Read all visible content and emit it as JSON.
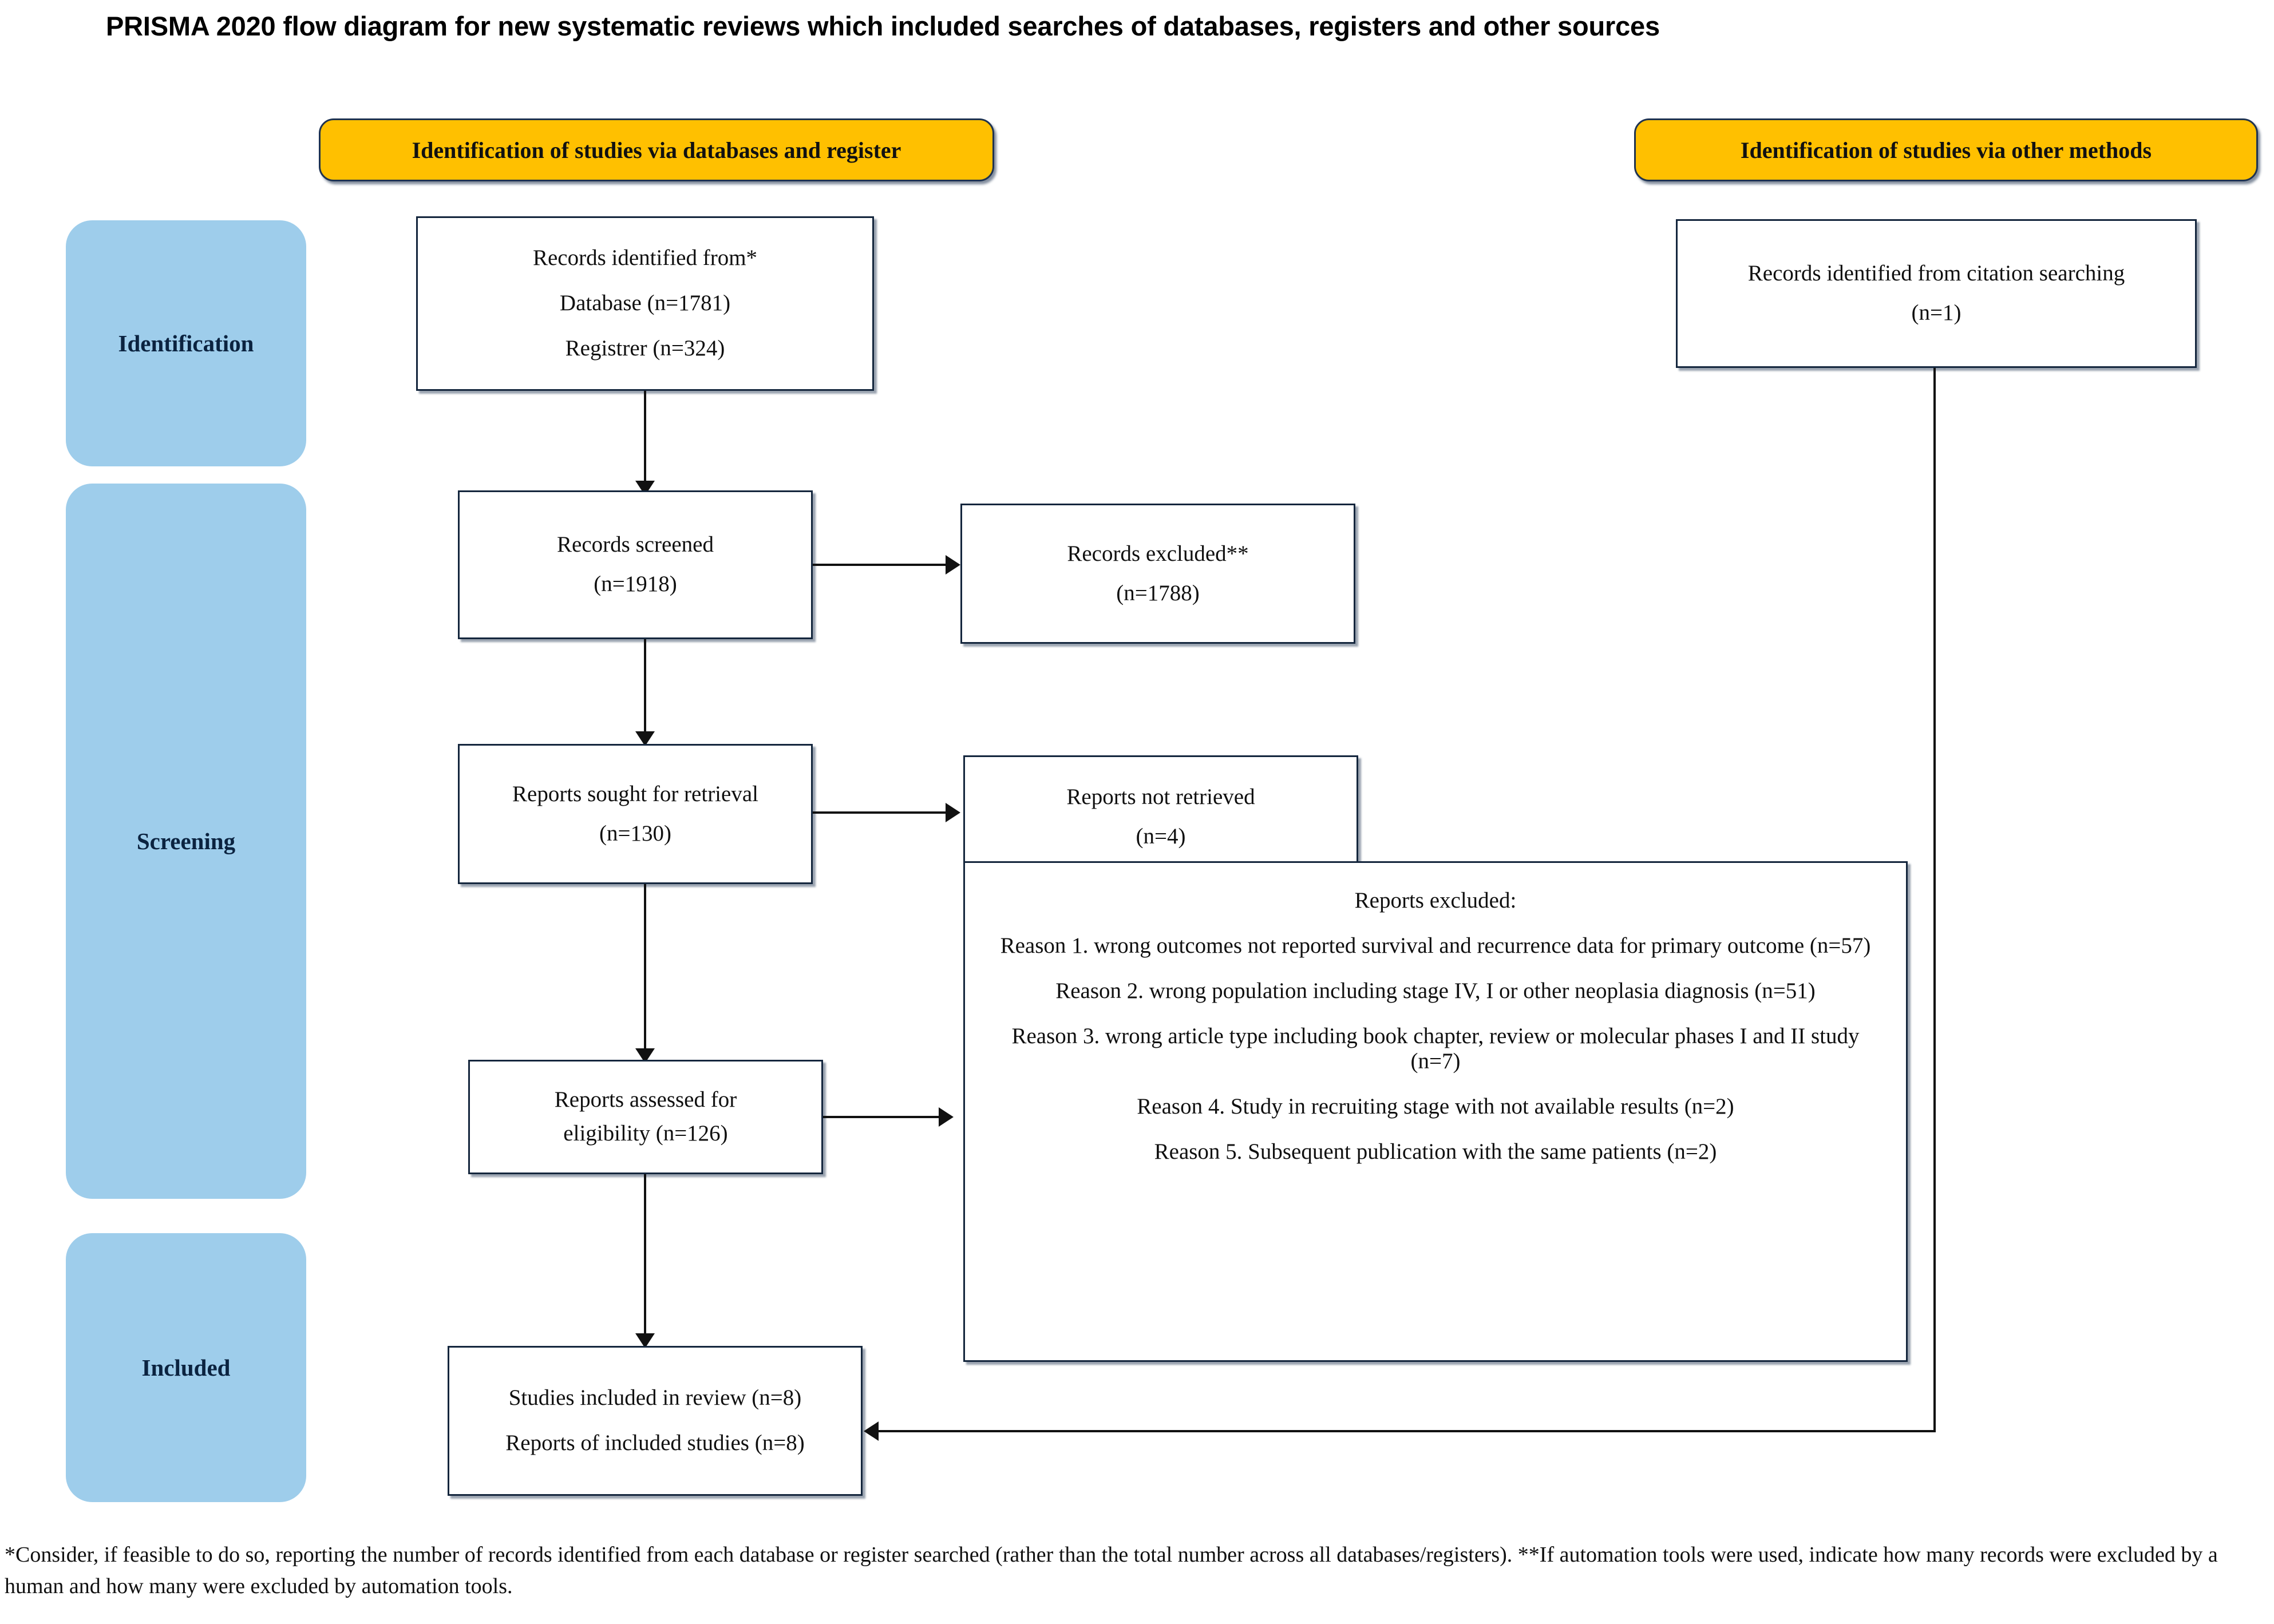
{
  "title": "PRISMA 2020 flow diagram for new systematic reviews which included searches of databases, registers and other sources",
  "colors": {
    "banner_fill": "#FFC000",
    "stage_fill": "#9ECDEB",
    "box_border": "#14263D",
    "line": "#111111",
    "background": "#FFFFFF"
  },
  "banners": {
    "databases": "Identification of studies via databases and register",
    "other_methods": "Identification of studies via other methods"
  },
  "stages": [
    {
      "label": "Identification"
    },
    {
      "label": "Screening"
    },
    {
      "label": "Included"
    }
  ],
  "boxes": {
    "records_identified": {
      "lines": [
        "Records identified from*",
        "Database (n=1781)",
        "Registrer (n=324)"
      ]
    },
    "records_screened": {
      "lines": [
        "Records screened",
        "(n=1918)"
      ]
    },
    "records_excluded": {
      "lines": [
        "Records excluded**",
        "(n=1788)"
      ]
    },
    "reports_sought": {
      "lines": [
        "Reports sought for retrieval",
        "(n=130)"
      ]
    },
    "reports_not_retrieved": {
      "lines": [
        "Reports not retrieved",
        "(n=4)"
      ]
    },
    "reports_assessed": {
      "lines": [
        "Reports assessed for",
        "eligibility (n=126)"
      ]
    },
    "reports_excluded": {
      "heading": "Reports excluded:",
      "reasons": [
        "Reason 1. wrong outcomes not reported survival and recurrence data for primary outcome (n=57)",
        "Reason 2. wrong population including stage IV, I or other neoplasia diagnosis (n=51)",
        "Reason 3. wrong article type including book chapter, review or molecular phases I and II study (n=7)",
        "Reason 4. Study in recruiting stage with not available results (n=2)",
        "Reason 5. Subsequent publication with the same patients (n=2)"
      ]
    },
    "studies_included": {
      "lines": [
        "Studies included in review (n=8)",
        "Reports of included studies (n=8)"
      ]
    },
    "citation_searching": {
      "lines": [
        "Records identified from citation searching",
        "(n=1)"
      ]
    }
  },
  "footnote": "*Consider, if feasible to do so, reporting the number of records identified from each database or register searched (rather than the total number across all databases/registers). **If automation tools were used, indicate how many records were excluded by a human and how many were excluded by automation tools."
}
